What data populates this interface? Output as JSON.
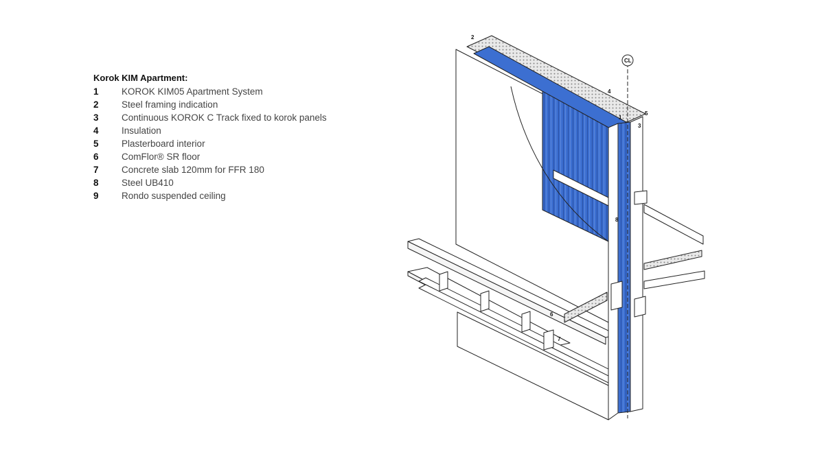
{
  "legend": {
    "title": "Korok KIM Apartment:",
    "items": [
      {
        "num": "1",
        "text": "KOROK KIM05 Apartment System"
      },
      {
        "num": "2",
        "text": "Steel framing indication"
      },
      {
        "num": "3",
        "text": "Continuous KOROK C Track fixed to korok panels"
      },
      {
        "num": "4",
        "text": "Insulation"
      },
      {
        "num": "5",
        "text": "Plasterboard interior"
      },
      {
        "num": "6",
        "text": "ComFlor® SR floor"
      },
      {
        "num": "7",
        "text": "Concrete slab 120mm for FFR 180"
      },
      {
        "num": "8",
        "text": "Steel UB410"
      },
      {
        "num": "9",
        "text": "Rondo suspended ceiling"
      }
    ]
  },
  "diagram": {
    "centerline_label": "CL",
    "callouts": [
      "2",
      "4",
      "1",
      "5",
      "3",
      "8",
      "6",
      "7"
    ],
    "colors": {
      "panel_blue": "#3c6fd1",
      "panel_dark": "#2a52a8",
      "line": "#222222",
      "fill": "#ffffff",
      "insulation": "#e9e9e9"
    }
  }
}
